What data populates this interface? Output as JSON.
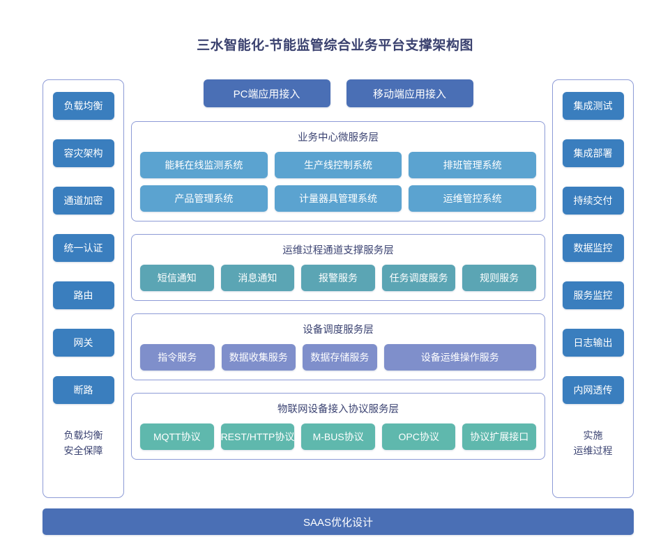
{
  "title": "三水智能化-节能监管综合业务平台支撑架构图",
  "colors": {
    "sidebar_button": "#3a7ebe",
    "access_button": "#4a6fb5",
    "business_chip": "#5ba3d0",
    "ops_chip": "#5ba5b4",
    "device_chip": "#7f8fcb",
    "iot_chip": "#5fb8ad",
    "panel_border": "#8c9ad6",
    "text": "#3b4372",
    "background": "#ffffff"
  },
  "left_column": {
    "items": [
      {
        "label": "负载均衡"
      },
      {
        "label": "容灾架构"
      },
      {
        "label": "通道加密"
      },
      {
        "label": "统一认证"
      },
      {
        "label": "路由"
      },
      {
        "label": "网关"
      },
      {
        "label": "断路"
      }
    ],
    "footer_line1": "负载均衡",
    "footer_line2": "安全保障"
  },
  "right_column": {
    "items": [
      {
        "label": "集成测试"
      },
      {
        "label": "集成部署"
      },
      {
        "label": "持续交付"
      },
      {
        "label": "数据监控"
      },
      {
        "label": "服务监控"
      },
      {
        "label": "日志输出"
      },
      {
        "label": "内网透传"
      }
    ],
    "footer_line1": "实施",
    "footer_line2": "运维过程"
  },
  "access_row": {
    "buttons": [
      {
        "label": "PC端应用接入"
      },
      {
        "label": "移动端应用接入"
      }
    ]
  },
  "layers": [
    {
      "id": "business",
      "title": "业务中心微服务层",
      "rows": [
        [
          {
            "label": "能耗在线监测系统"
          },
          {
            "label": "生产线控制系统"
          },
          {
            "label": "排班管理系统"
          }
        ],
        [
          {
            "label": "产品管理系统"
          },
          {
            "label": "计量器具管理系统"
          },
          {
            "label": "运维管控系统"
          }
        ]
      ]
    },
    {
      "id": "ops",
      "title": "运维过程通道支撑服务层",
      "rows": [
        [
          {
            "label": "短信通知"
          },
          {
            "label": "消息通知"
          },
          {
            "label": "报警服务"
          },
          {
            "label": "任务调度服务"
          },
          {
            "label": "规则服务"
          }
        ]
      ]
    },
    {
      "id": "device",
      "title": "设备调度服务层",
      "rows": [
        [
          {
            "label": "指令服务"
          },
          {
            "label": "数据收集服务"
          },
          {
            "label": "数据存储服务"
          },
          {
            "label": "设备运维操作服务",
            "wide": true
          }
        ]
      ]
    },
    {
      "id": "iot",
      "title": "物联网设备接入协议服务层",
      "rows": [
        [
          {
            "label": "MQTT协议"
          },
          {
            "label": "REST/HTTP协议"
          },
          {
            "label": "M-BUS协议"
          },
          {
            "label": "OPC协议"
          },
          {
            "label": "协议扩展接口"
          }
        ]
      ]
    }
  ],
  "bottom_bar": {
    "label": "SAAS优化设计"
  }
}
